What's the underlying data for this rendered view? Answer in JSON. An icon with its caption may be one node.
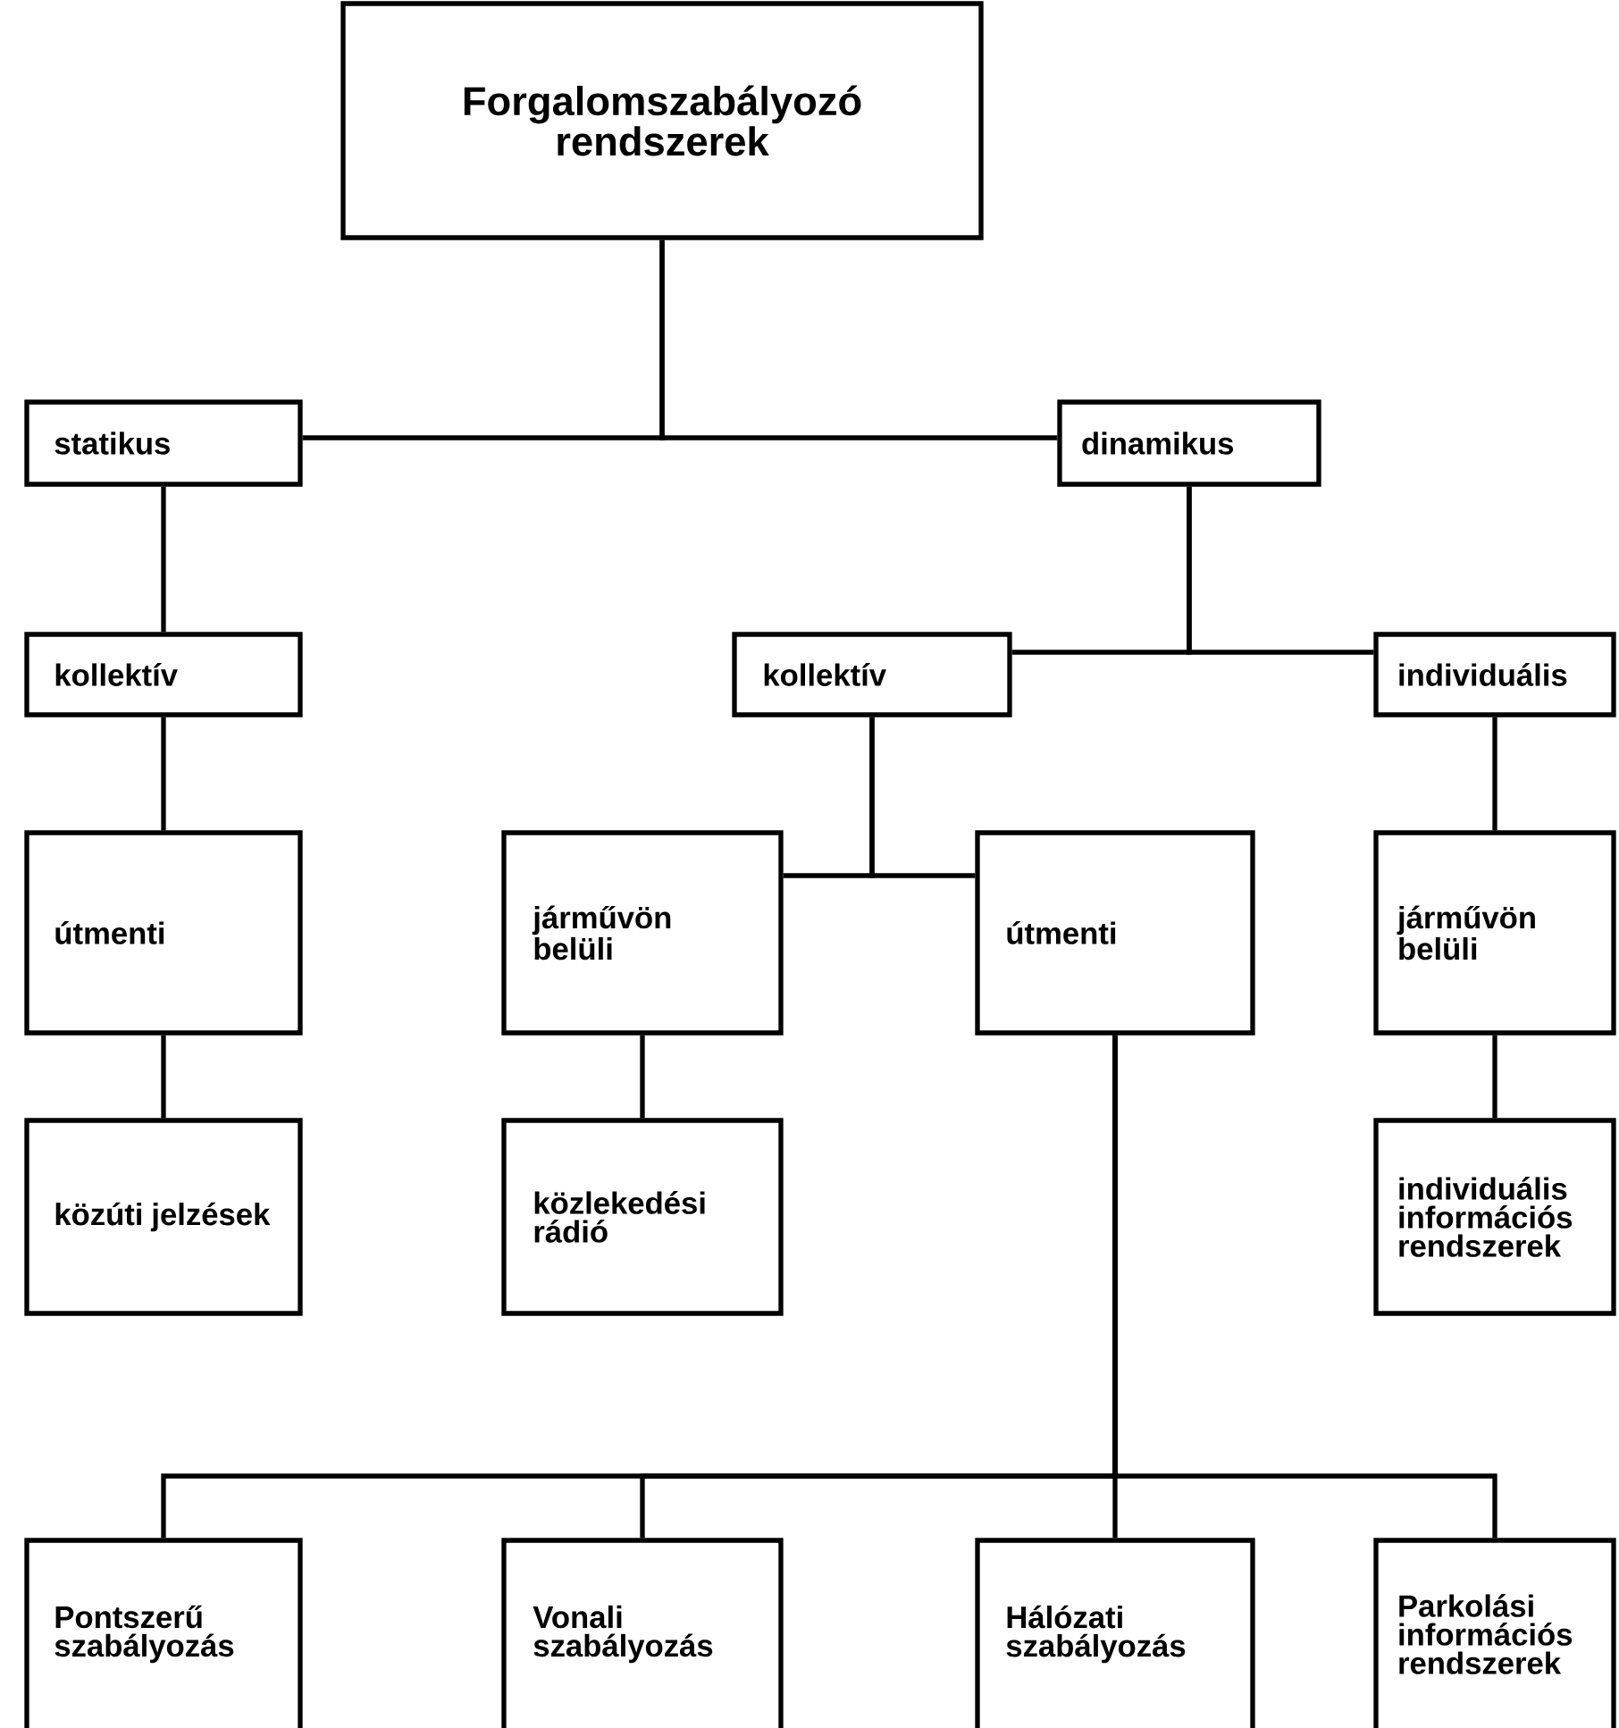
{
  "diagram": {
    "nodes": [
      {
        "text": [
          "Forgalomszabályozó rendszerek"
        ]
      },
      {
        "text": [
          "statikus"
        ]
      },
      {
        "text": [
          "dinamikus"
        ]
      },
      {
        "text": [
          "kollektív"
        ]
      },
      {
        "text": [
          "kollektív"
        ]
      },
      {
        "text": [
          "individuális"
        ]
      },
      {
        "text": [
          "útmenti"
        ]
      },
      {
        "text": [
          "járművön belüli"
        ]
      },
      {
        "text": [
          "útmenti"
        ]
      },
      {
        "text": [
          "járművön belüli"
        ]
      },
      {
        "text": [
          "közúti jelzések"
        ]
      },
      {
        "text": [
          "közlekedési rádió"
        ]
      },
      {
        "text": [
          "individuális információs rendszerek"
        ]
      },
      {
        "text": [
          "Pontszerű szabályozás"
        ]
      },
      {
        "text": [
          "Vonali szabályozás"
        ]
      },
      {
        "text": [
          "Hálózati szabályozás"
        ]
      },
      {
        "text": [
          "Parkolási információs rendszerek"
        ]
      }
    ],
    "edges": [
      {
        "from": 0,
        "to": 1,
        "arrow": "none"
      },
      {
        "from": 0,
        "to": 2,
        "arrow": "none"
      },
      {
        "from": 1,
        "to": 3,
        "arrow": "none"
      },
      {
        "from": 2,
        "to": 4,
        "arrow": "none"
      },
      {
        "from": 2,
        "to": 5,
        "arrow": "none"
      },
      {
        "from": 3,
        "to": 6,
        "arrow": "none"
      },
      {
        "from": 4,
        "to": 7,
        "arrow": "none"
      },
      {
        "from": 4,
        "to": 8,
        "arrow": "none"
      },
      {
        "from": 5,
        "to": 9,
        "arrow": "none"
      },
      {
        "from": 6,
        "to": 10,
        "arrow": "none"
      },
      {
        "from": 7,
        "to": 11,
        "arrow": "none"
      },
      {
        "from": 9,
        "to": 12,
        "arrow": "none"
      },
      {
        "from": 8,
        "to": 13,
        "arrow": "none"
      },
      {
        "from": 8,
        "to": 14,
        "arrow": "none"
      },
      {
        "from": 8,
        "to": 15,
        "arrow": "none"
      },
      {
        "from": 8,
        "to": 16,
        "arrow": "none"
      }
    ]
  }
}
